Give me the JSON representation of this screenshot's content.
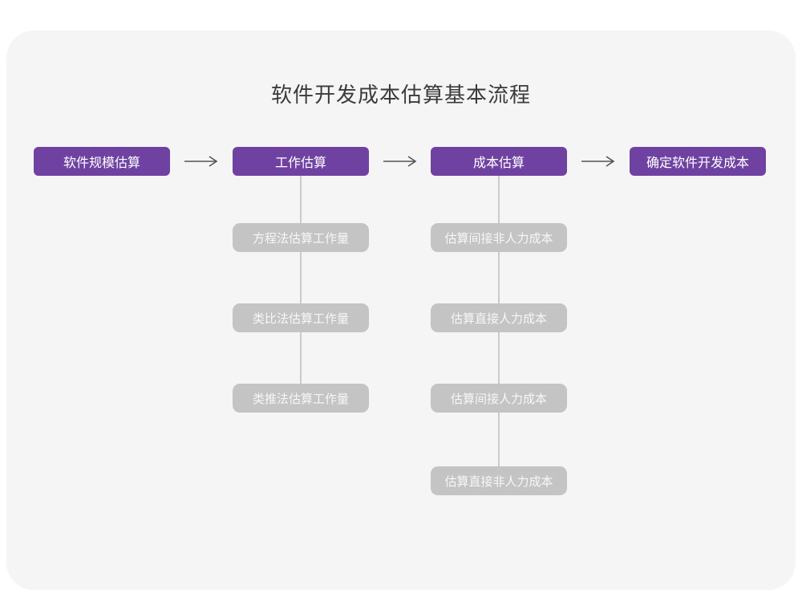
{
  "title": "软件开发成本估算基本流程",
  "colors": {
    "stage_box": "#6f42a1",
    "sub_box": "#c4c4c4",
    "card_background": "#f5f5f6",
    "arrow": "#555555",
    "connector_line": "#cbcbcb"
  },
  "flow": {
    "stages": [
      {
        "label": "软件规模估算"
      },
      {
        "label": "工作估算",
        "subs": [
          "方程法估算工作量",
          "类比法估算工作量",
          "类推法估算工作量"
        ]
      },
      {
        "label": "成本估算",
        "subs": [
          "估算间接非人力成本",
          "估算直接人力成本",
          "估算间接人力成本",
          "估算直接非人力成本"
        ]
      },
      {
        "label": "确定软件开发成本"
      }
    ]
  }
}
